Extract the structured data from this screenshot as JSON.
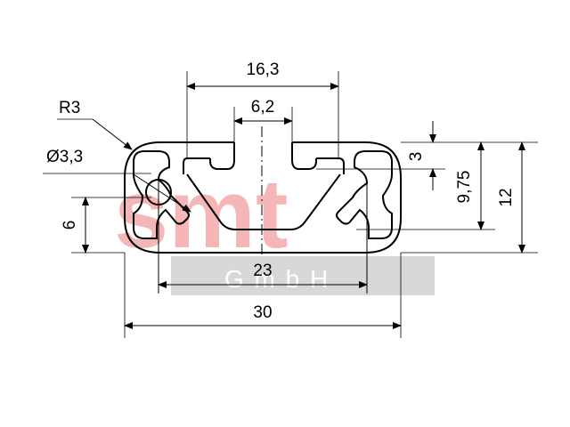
{
  "watermark": {
    "logo_text": "smt",
    "sub_text": "G m b H",
    "logo_color": "#f4b6b6",
    "band_color": "#d8d8d8",
    "sub_color": "#ffffff"
  },
  "dimensions": {
    "width_top_slot": "16,3",
    "slot_opening": "6,2",
    "radius": "R3",
    "bore_diameter": "Ø3,3",
    "bore_height": "6",
    "slot_depth": "3",
    "mid_height": "9,75",
    "total_height": "12",
    "center_distance": "23",
    "total_width": "30"
  }
}
